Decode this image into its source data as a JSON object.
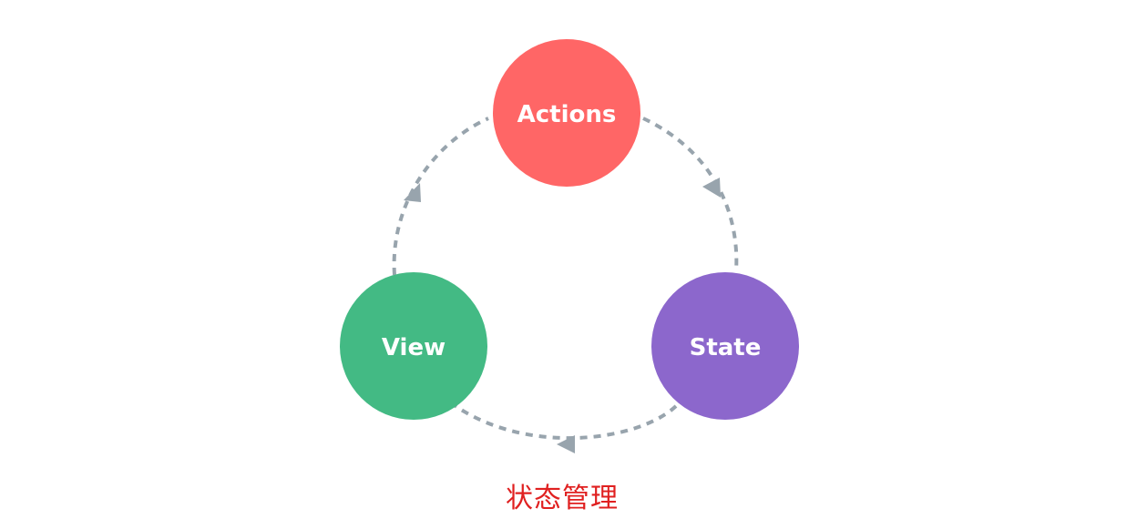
{
  "diagram": {
    "nodes": {
      "actions": {
        "label": "Actions",
        "color": "#ff6666"
      },
      "state": {
        "label": "State",
        "color": "#8c67cc"
      },
      "view": {
        "label": "View",
        "color": "#43ba84"
      }
    },
    "connector_color": "#98a4ad",
    "caption": "状态管理",
    "caption_color": "#e02020"
  }
}
